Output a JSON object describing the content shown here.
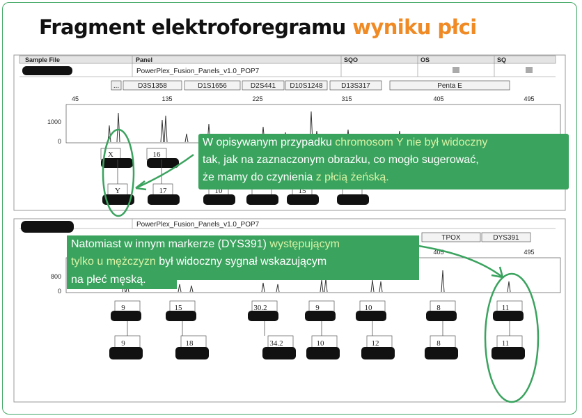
{
  "title": {
    "main": "Fragment elektroforegramu",
    "highlight": "wyniku płci"
  },
  "panel1": {
    "header": {
      "sample_file": "Sample File",
      "panel": "Panel",
      "sqo": "SQO",
      "os": "OS",
      "sq": "SQ"
    },
    "panel_name": "PowerPlex_Fusion_Panels_v1.0_POP7",
    "dots_button": "...",
    "markers": [
      "D3S1358",
      "D1S1656",
      "D2S441",
      "D10S1248",
      "D13S317",
      "Penta E"
    ],
    "ruler": [
      "45",
      "135",
      "225",
      "315",
      "405",
      "495"
    ],
    "y_ticks": [
      "1000",
      "0"
    ],
    "alleles_top": [
      "X",
      "16"
    ],
    "alleles_bottom": [
      "Y",
      "17",
      "10",
      "",
      "15",
      ""
    ]
  },
  "panel2": {
    "panel_name": "PowerPlex_Fusion_Panels_v1.0_POP7",
    "markers": [
      "TPOX",
      "DYS391"
    ],
    "ruler": [
      "405",
      "495"
    ],
    "y_ticks": [
      "800",
      "0"
    ],
    "alleles_top": [
      "9",
      "15",
      "30.2",
      "9",
      "10",
      "8",
      "11"
    ],
    "alleles_bottom": [
      "9",
      "18",
      "34.2",
      "10",
      "12",
      "8",
      "11"
    ]
  },
  "annotation1": {
    "t1": "W opisywanym przypadku ",
    "h1": "chromosom Y nie był widoczny",
    "t2": "tak, jak na zaznaczonym obrazku, co mogło sugerować,",
    "t3": "że mamy do czynienia ",
    "h2": "z płcią żeńską."
  },
  "annotation2": {
    "t1": "Natomiast w innym markerze (DYS391) ",
    "h1": "występującym",
    "h2": "tylko u mężczyzn",
    "t2": " był widoczny sygnał wskazującym",
    "t3": "na płeć męską."
  },
  "colors": {
    "green": "#3aa35e",
    "orange": "#f08a24",
    "highlight": "#d8f3a6"
  }
}
